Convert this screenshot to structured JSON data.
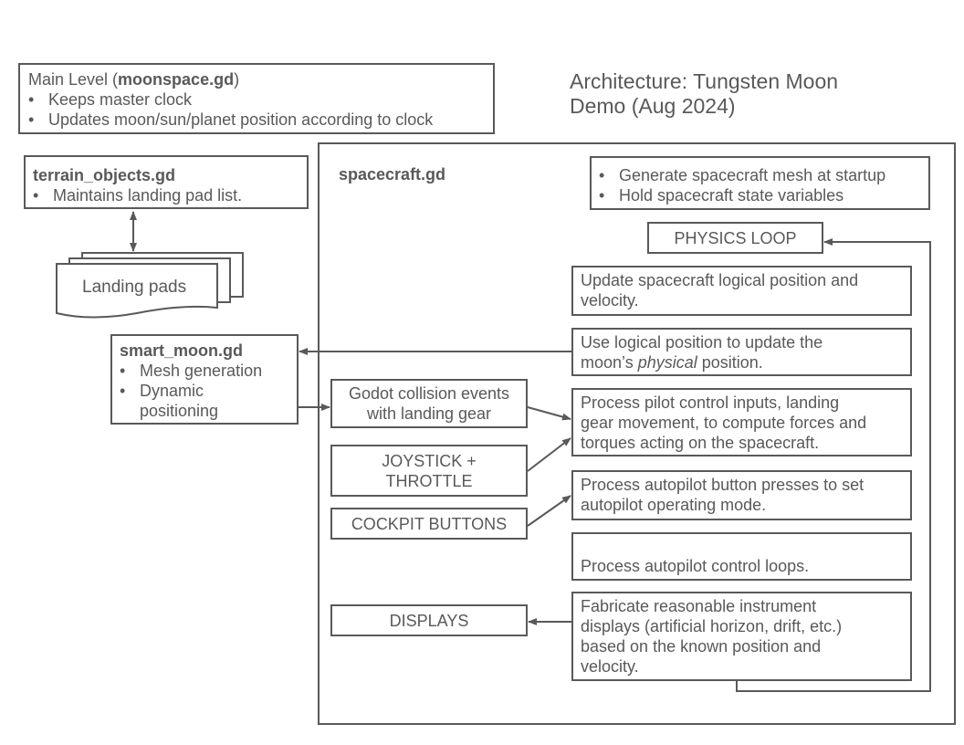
{
  "title": {
    "line1": "Architecture: Tungsten Moon",
    "line2": "Demo (Aug 2024)"
  },
  "main_level": {
    "heading_prefix": "Main Level (",
    "heading_file": "moonspace.gd",
    "heading_suffix": ")",
    "bullets": [
      "Keeps master clock",
      "Updates moon/sun/planet position according to clock"
    ]
  },
  "terrain": {
    "heading": "terrain_objects.gd",
    "bullets": [
      "Maintains landing pad list."
    ]
  },
  "landing_pads": {
    "label": "Landing pads"
  },
  "smart_moon": {
    "heading": "smart_moon.gd",
    "bullets": [
      "Mesh generation",
      "Dynamic",
      "positioning"
    ]
  },
  "spacecraft": {
    "heading": "spacecraft.gd",
    "startup_bullets": [
      "Generate spacecraft mesh at startup",
      "Hold spacecraft state variables"
    ],
    "physics_loop": "PHYSICS LOOP",
    "steps": {
      "update_position": [
        "Update spacecraft logical position and",
        "velocity."
      ],
      "moon_position": {
        "line1": "Use logical position to update the",
        "line2_before": "moon’s ",
        "line2_italic": "physical",
        "line2_after": " position."
      },
      "pilot_inputs": [
        "Process pilot control inputs, landing",
        "gear movement, to compute forces and",
        "torques acting on the spacecraft."
      ],
      "autopilot_buttons": [
        "Process autopilot button presses to set",
        "autopilot operating mode."
      ],
      "autopilot_loops": "Process autopilot control loops.",
      "instruments": [
        "Fabricate reasonable instrument",
        "displays (artificial horizon, drift, etc.)",
        "based on the known position and",
        "velocity."
      ]
    },
    "inputs": {
      "collision": [
        "Godot collision events",
        "with landing gear"
      ],
      "joystick": [
        "JOYSTICK +",
        "THROTTLE"
      ],
      "cockpit": "COCKPIT BUTTONS",
      "displays": "DISPLAYS"
    }
  },
  "colors": {
    "ink": "#595959"
  }
}
